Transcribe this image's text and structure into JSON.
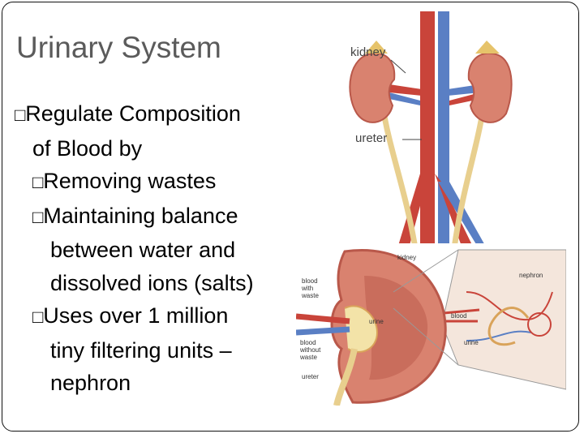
{
  "title": "Urinary System",
  "bullet_glyph": "□",
  "body": {
    "b1_line1": "Regulate Composition",
    "b1_line2": "of Blood by",
    "s1": "Removing wastes",
    "s2_line1": "Maintaining balance",
    "s2_line2": "between water and",
    "s2_line3": "dissolved ions (salts)",
    "s3_line1": "Uses over 1 million",
    "s3_line2": "tiny filtering units –",
    "s3_line3": "nephron"
  },
  "figure_top": {
    "label_kidney": "kidney",
    "label_ureter": "ureter"
  },
  "figure_bottom": {
    "label_kidney": "kidney",
    "label_nephron": "nephron",
    "label_blood_with_waste": [
      "blood",
      "with",
      "waste"
    ],
    "label_blood_without_waste": [
      "blood",
      "without",
      "waste"
    ],
    "label_urine_left": "urine",
    "label_ureter": "ureter",
    "label_blood": "blood",
    "label_urine_right": "urine"
  },
  "colors": {
    "kidney": "#d9826f",
    "kidney_dark": "#b9584a",
    "artery": "#c9443a",
    "vein": "#5a7fc4",
    "ureter": "#f0d9a0",
    "title": "#5b5b5b"
  }
}
